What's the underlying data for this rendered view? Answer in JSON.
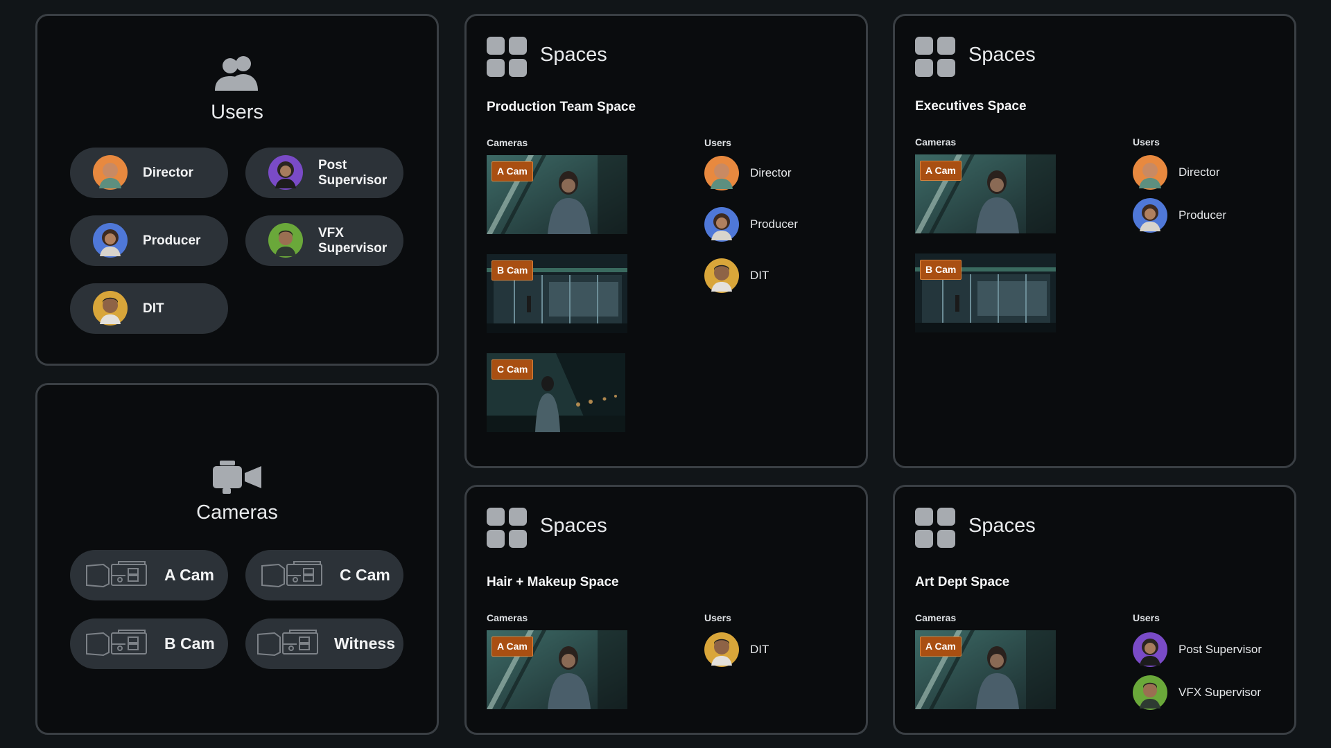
{
  "users_panel": {
    "title": "Users",
    "icon": "users-icon",
    "users": [
      {
        "label": "Director",
        "avatar_color": "#e8893f"
      },
      {
        "label": "Post\nSupervisor",
        "avatar_color": "#7a4bc7"
      },
      {
        "label": "Producer",
        "avatar_color": "#4f78d8"
      },
      {
        "label": "VFX\nSupervisor",
        "avatar_color": "#6aa83a"
      },
      {
        "label": "DIT",
        "avatar_color": "#d9a63a"
      }
    ]
  },
  "cameras_panel": {
    "title": "Cameras",
    "icon": "camera-icon",
    "cameras": [
      {
        "label": "A Cam"
      },
      {
        "label": "C Cam"
      },
      {
        "label": "B Cam"
      },
      {
        "label": "Witness"
      }
    ]
  },
  "spaces": [
    {
      "header": "Spaces",
      "name": "Production Team Space",
      "cameras_label": "Cameras",
      "users_label": "Users",
      "cameras": [
        "A Cam",
        "B Cam",
        "C Cam"
      ],
      "users": [
        {
          "name": "Director",
          "avatar_color": "#e8893f"
        },
        {
          "name": "Producer",
          "avatar_color": "#4f78d8"
        },
        {
          "name": "DIT",
          "avatar_color": "#d9a63a"
        }
      ]
    },
    {
      "header": "Spaces",
      "name": "Executives Space",
      "cameras_label": "Cameras",
      "users_label": "Users",
      "cameras": [
        "A Cam",
        "B Cam"
      ],
      "users": [
        {
          "name": "Director",
          "avatar_color": "#e8893f"
        },
        {
          "name": "Producer",
          "avatar_color": "#4f78d8"
        }
      ]
    },
    {
      "header": "Spaces",
      "name": "Hair + Makeup Space",
      "cameras_label": "Cameras",
      "users_label": "Users",
      "cameras": [
        "A Cam"
      ],
      "users": [
        {
          "name": "DIT",
          "avatar_color": "#d9a63a"
        }
      ]
    },
    {
      "header": "Spaces",
      "name": "Art Dept Space",
      "cameras_label": "Cameras",
      "users_label": "Users",
      "cameras": [
        "A Cam"
      ],
      "users": [
        {
          "name": "Post Supervisor",
          "avatar_color": "#7a4bc7"
        },
        {
          "name": "VFX Supervisor",
          "avatar_color": "#6aa83a"
        }
      ]
    }
  ]
}
